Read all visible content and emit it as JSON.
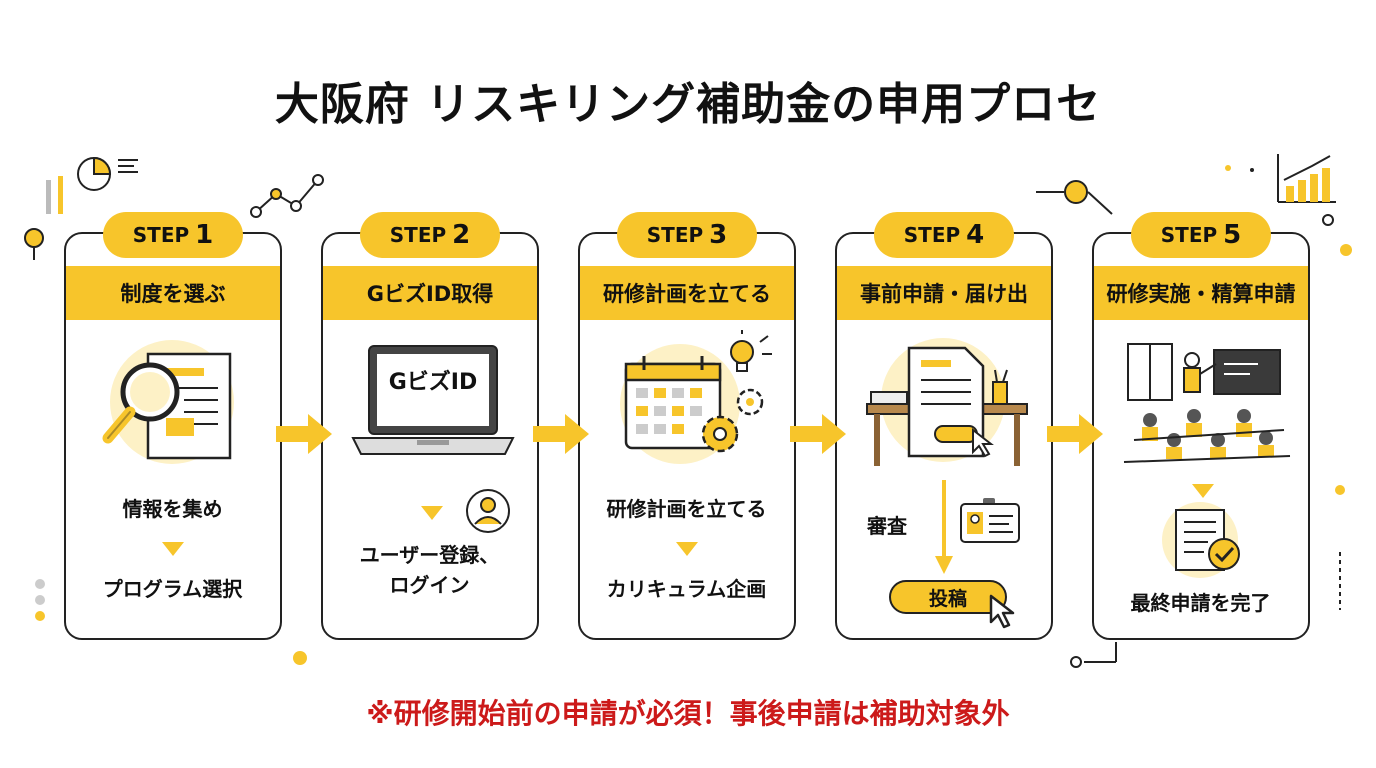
{
  "title": "大阪府 リスキリング補助金の申用プロセ",
  "step_word": "STEP",
  "steps": [
    {
      "num": "1",
      "heading": "制度を選ぶ",
      "line1": "情報を集め",
      "line2": "プログラム選択"
    },
    {
      "num": "2",
      "heading": "GビズID取得",
      "screen_label": "GビズID",
      "line1": "ユーザー登録、",
      "line2": "ログイン"
    },
    {
      "num": "3",
      "heading": "研修計画を立てる",
      "line1": "研修計画を立てる",
      "line2": "カリキュラム企画"
    },
    {
      "num": "4",
      "heading": "事前申請・届け出",
      "line1": "審査",
      "pill": "投稿"
    },
    {
      "num": "5",
      "heading": "研修実施・精算申請",
      "line1": "最終申請を完了"
    }
  ],
  "note": "※研修開始前の申請が必須！事後申請は補助対象外",
  "colors": {
    "accent": "#f7c52b",
    "note": "#cc1a1a",
    "line": "#222222"
  }
}
